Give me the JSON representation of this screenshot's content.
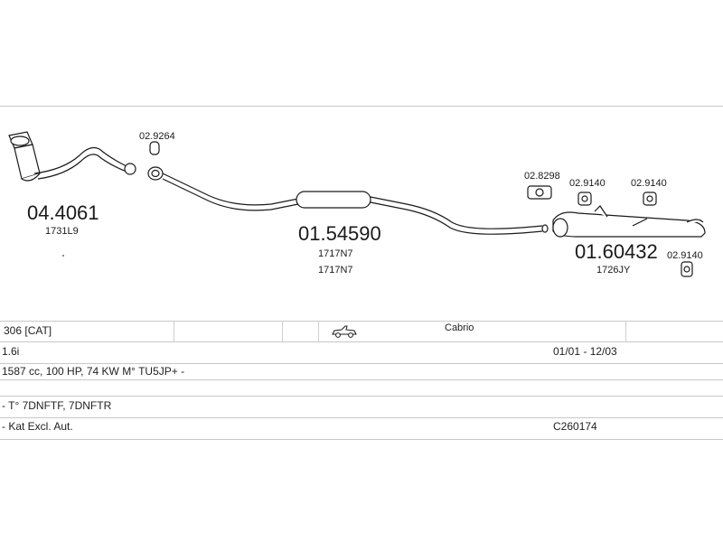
{
  "parts": {
    "catalyst": {
      "part_no": "04.4061",
      "ref": "1731L9"
    },
    "gasket": {
      "part_no": "02.9264"
    },
    "center_pipe": {
      "part_no": "01.54590",
      "ref1": "1717N7",
      "ref2": "1717N7"
    },
    "clamp": {
      "part_no": "02.8298"
    },
    "hanger1": {
      "part_no": "02.9140"
    },
    "hanger2": {
      "part_no": "02.9140"
    },
    "rear_silencer": {
      "part_no": "01.60432",
      "ref": "1726JY"
    },
    "hanger3": {
      "part_no": "02.9140"
    }
  },
  "vehicle": {
    "model": "306  [CAT]",
    "body": "Cabrio",
    "body_icon": "cabrio-car-icon",
    "engine": "1.6i",
    "years": "01/01 - 12/03",
    "spec": "1587 cc, 100 HP, 74 KW M° TU5JP+ -",
    "type": "- T° 7DNFTF, 7DNFTR",
    "note": "- Kat Excl. Aut.",
    "code": "C260174"
  },
  "colors": {
    "line": "#1a1a1a",
    "rule": "#c8c8c8",
    "fill": "#ffffff"
  }
}
